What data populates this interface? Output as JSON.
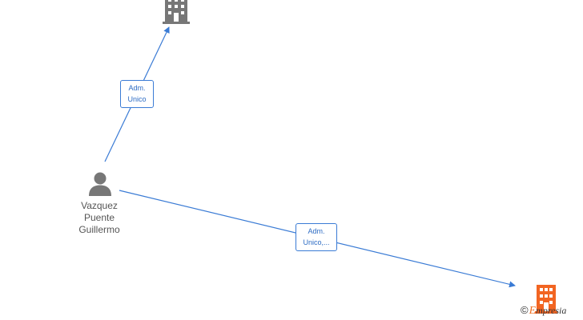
{
  "diagram": {
    "person": {
      "name_lines": [
        "Vazquez",
        "Puente",
        "Guillermo"
      ],
      "icon": "person-icon",
      "color": "#777777"
    },
    "companies": [
      {
        "id": "company-top",
        "icon": "building-icon",
        "color": "#777777"
      },
      {
        "id": "company-bottom-right",
        "icon": "building-icon",
        "color": "#f26522"
      }
    ],
    "edges": [
      {
        "from": "person",
        "to": "company-top",
        "label_lines": [
          "Adm.",
          "Unico"
        ]
      },
      {
        "from": "person",
        "to": "company-bottom-right",
        "label_lines": [
          "Adm.",
          "Unico,..."
        ]
      }
    ],
    "edge_color": "#3a7bd5"
  },
  "watermark": {
    "symbol": "©",
    "brand_initial": "E",
    "brand_rest": "mpresia"
  }
}
